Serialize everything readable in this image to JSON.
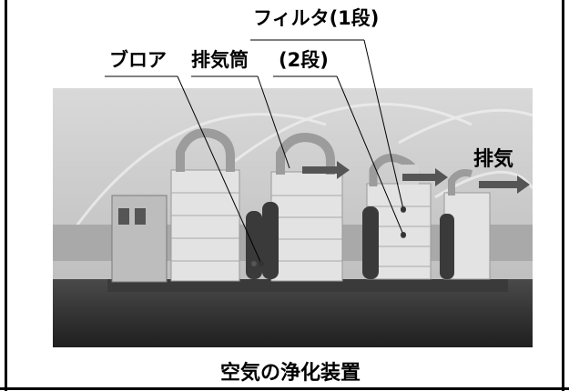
{
  "labels": {
    "filter_stage1": "フィルタ(1段)",
    "blower": "ブロア",
    "exhaust_stack": "排気筒",
    "filter_stage2": "(2段)",
    "exhaust": "排気"
  },
  "caption": "空気の浄化装置",
  "colors": {
    "arrow": "#555555",
    "ground": "#2e2e2e",
    "sky": "#c9c9c9"
  }
}
